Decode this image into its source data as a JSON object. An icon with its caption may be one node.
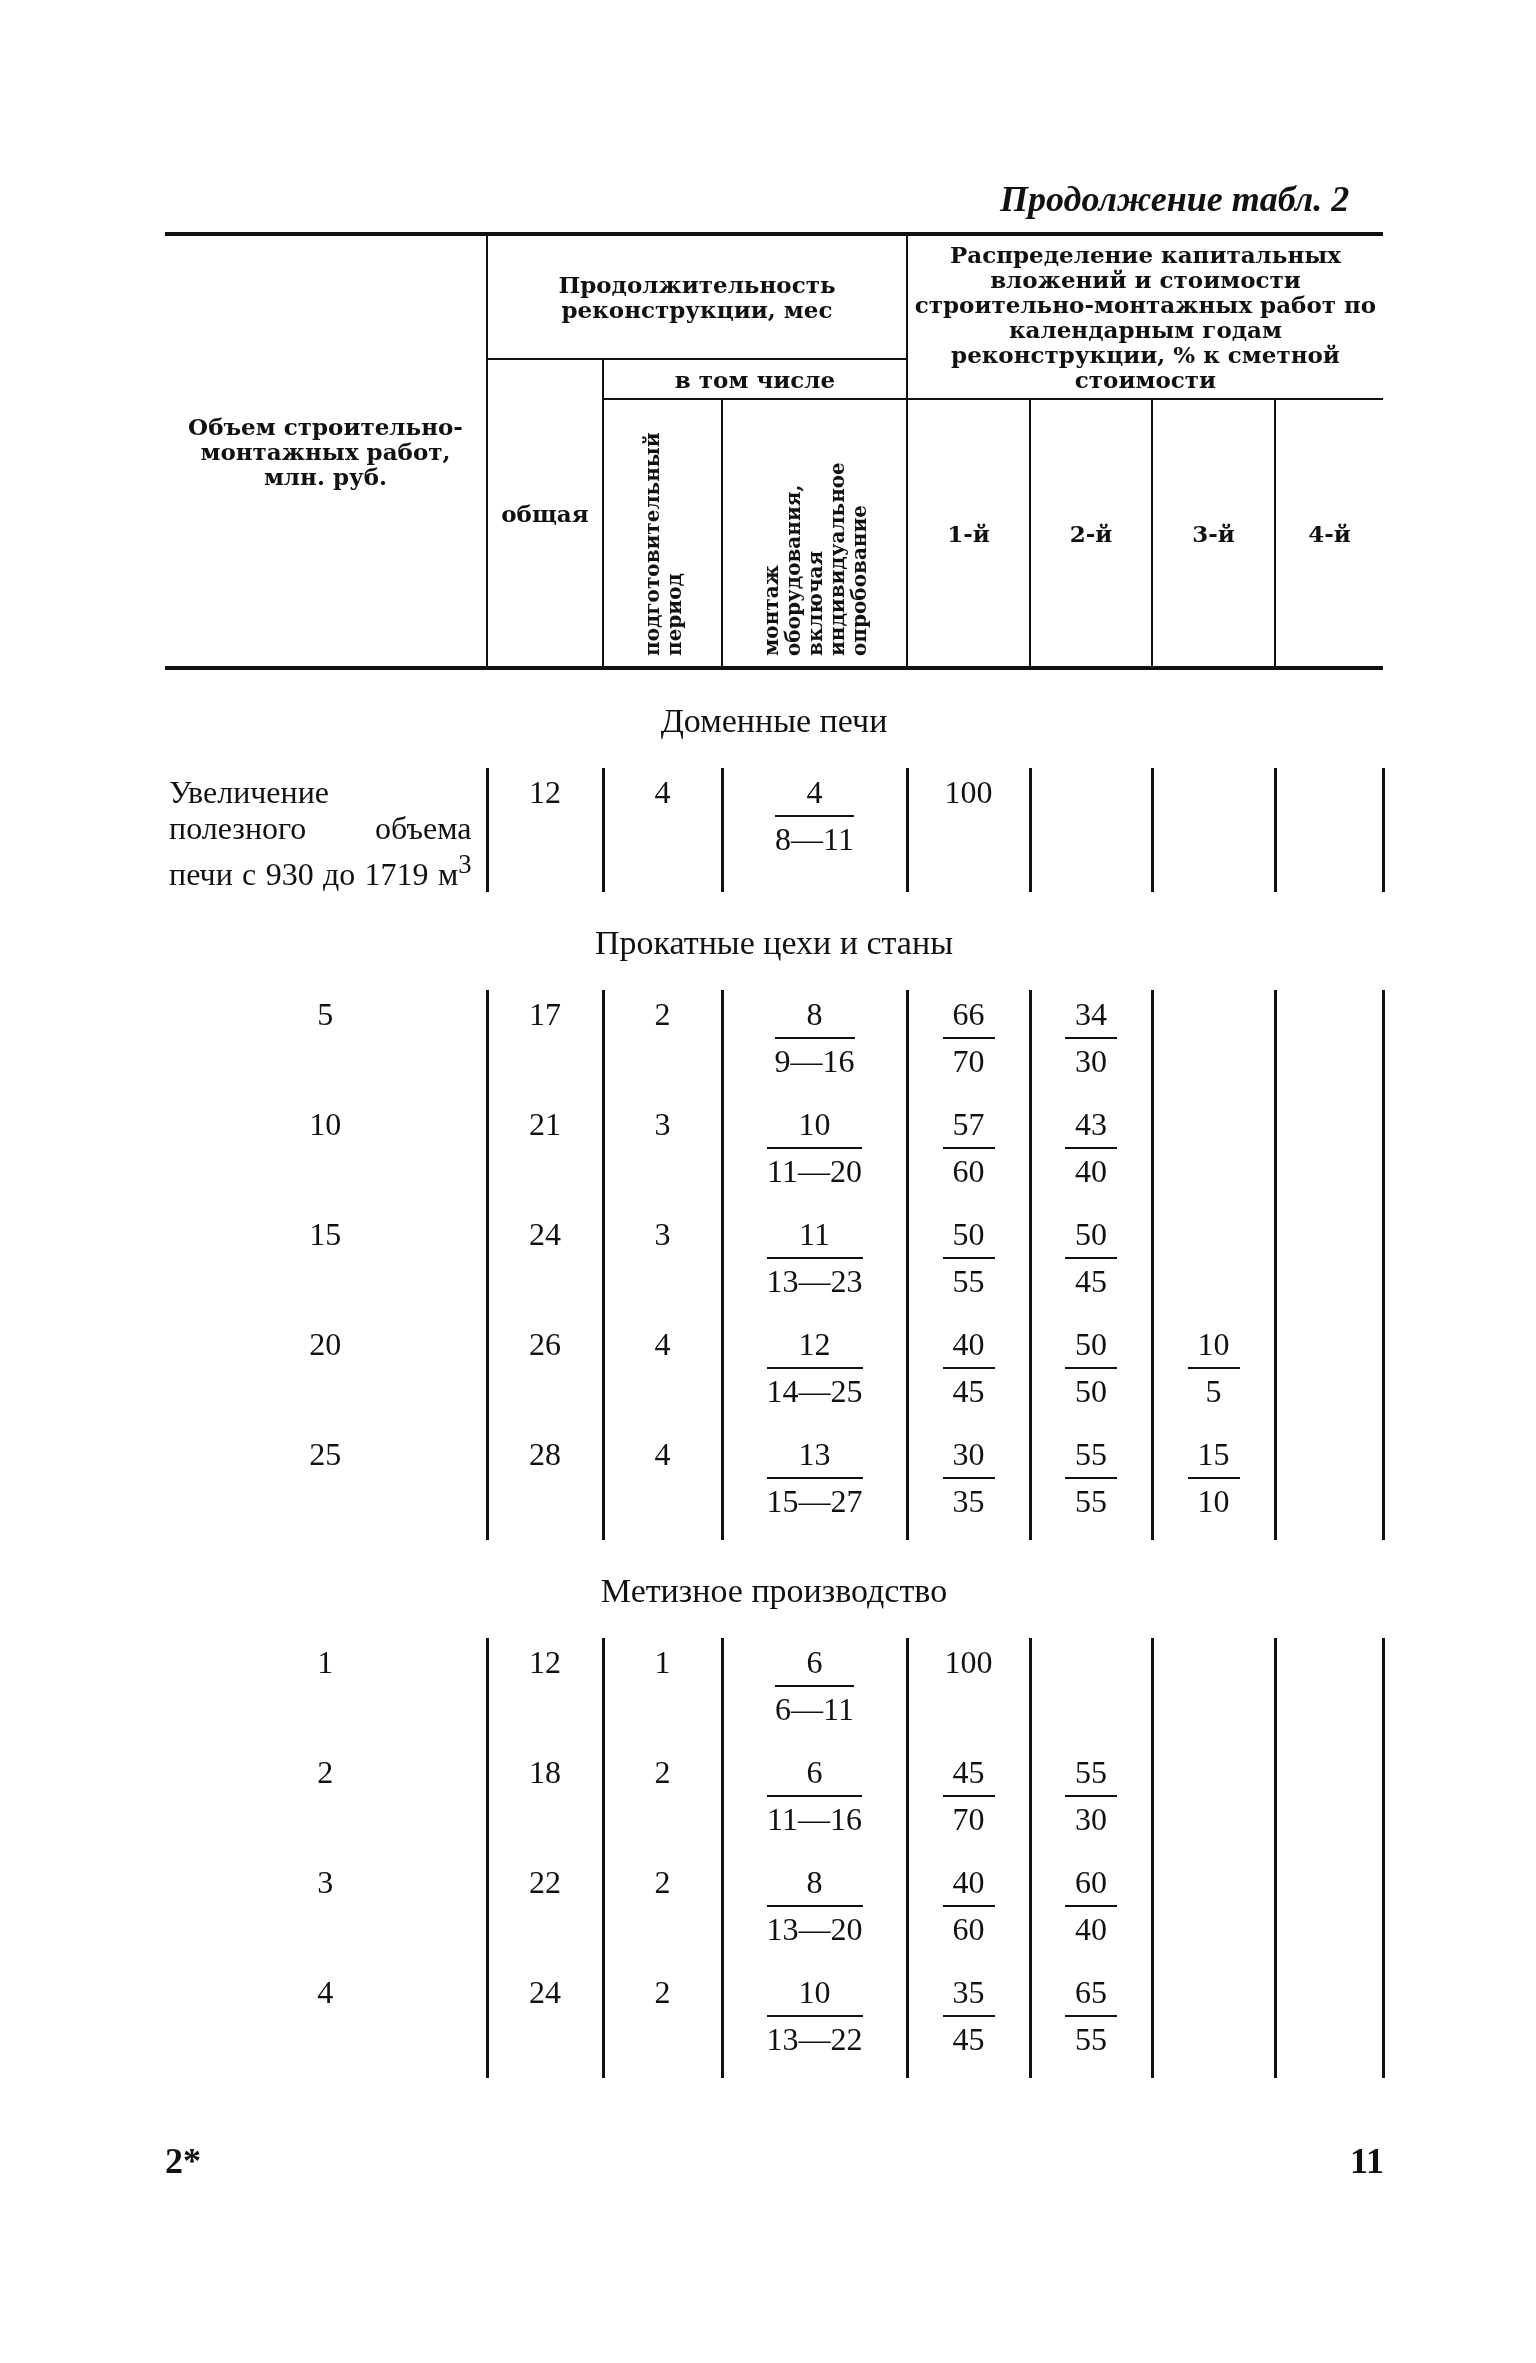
{
  "diagram": {
    "title": "Продолжение табл. 2",
    "labels": [
      "Объем строительно-монтажных работ, млн. руб.",
      "Продолжительность реконструкции, мес",
      "Распределение капитальных вложений и стоимости строительно-монтажных работ по календарным годам реконструкции, % к сметной стоимости",
      "общая",
      "в том числе",
      "подготовительный период",
      "монтаж оборудования, включая индивидуальное опробование",
      "1-й",
      "2-й",
      "3-й",
      "4-й",
      "Доменные печи",
      "Увеличение полезного объема печи с 930 до 1719 м$^{3}$",
      "12",
      "4",
      "4",
      "8—11",
      "100",
      "Прокатные цехи и станы",
      "5",
      "17",
      "2",
      "8",
      "9—16",
      "66",
      "70",
      "34",
      "30",
      "10",
      "21",
      "3",
      "10",
      "11—20",
      "57",
      "60",
      "43",
      "40",
      "15",
      "24",
      "3",
      "11",
      "13—23",
      "50",
      "55",
      "50",
      "45",
      "20",
      "26",
      "4",
      "12",
      "14—25",
      "40",
      "45",
      "50",
      "50",
      "10",
      "5",
      "25",
      "28",
      "4",
      "13",
      "15—27",
      "30",
      "35",
      "55",
      "55",
      "15",
      "10",
      "Метизное производство",
      "1",
      "12",
      "1",
      "6",
      "6—11",
      "100",
      "2",
      "18",
      "2",
      "6",
      "11—16",
      "45",
      "70",
      "55",
      "30",
      "3",
      "22",
      "2",
      "8",
      "13—20",
      "40",
      "60",
      "60",
      "40",
      "4",
      "24",
      "2",
      "10",
      "13—22",
      "35",
      "45",
      "65",
      "55",
      "2*",
      "11"
    ]
  }
}
